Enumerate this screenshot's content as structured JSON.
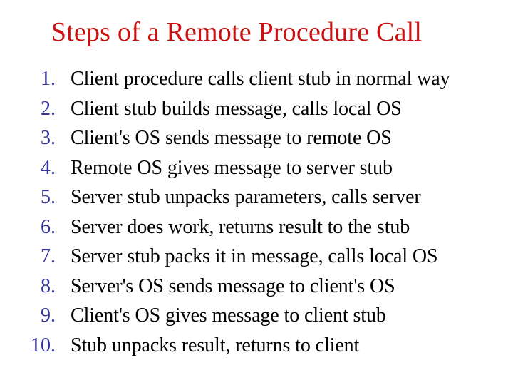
{
  "slide": {
    "title": "Steps of a Remote Procedure Call",
    "title_color": "#cc1111",
    "background_color": "#ffffff",
    "number_color": "#333399",
    "text_color": "#000000",
    "steps": [
      {
        "number": "1.",
        "text": "Client procedure calls client stub in normal way"
      },
      {
        "number": "2.",
        "text": "Client stub builds message, calls local OS"
      },
      {
        "number": "3.",
        "text": "Client's OS sends message to remote OS"
      },
      {
        "number": "4.",
        "text": "Remote OS gives message to server stub"
      },
      {
        "number": "5.",
        "text": "Server stub unpacks parameters, calls server"
      },
      {
        "number": "6.",
        "text": "Server does work, returns result to the stub"
      },
      {
        "number": "7.",
        "text": "Server stub packs it in message, calls local OS"
      },
      {
        "number": "8.",
        "text": "Server's OS sends message to client's OS"
      },
      {
        "number": "9.",
        "text": "Client's OS gives message to client stub"
      },
      {
        "number": "10.",
        "text": "Stub unpacks result, returns to client"
      }
    ]
  }
}
